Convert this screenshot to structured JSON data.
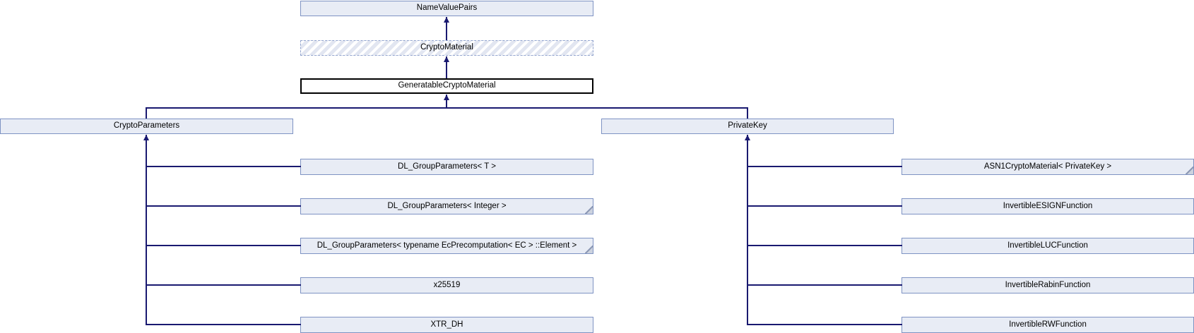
{
  "diagram_type": "class-inheritance-graph",
  "colors": {
    "node_fill": "#e8ecf5",
    "node_border": "#7e93c3",
    "edge_line": "#191970",
    "current_node_border": "#000000",
    "hatch_stripe": "#e2e6f1",
    "fold_marker": "#8d99b5"
  },
  "nodes": {
    "root": {
      "label": "NameValuePairs"
    },
    "crypto_material": {
      "label": "CryptoMaterial",
      "style": "dashed-hatched"
    },
    "generatable_crypto_material": {
      "label": "GeneratableCryptoMaterial",
      "style": "current-node"
    },
    "crypto_parameters": {
      "label": "CryptoParameters"
    },
    "private_key": {
      "label": "PrivateKey"
    },
    "crypto_parameters_children": [
      {
        "label": "DL_GroupParameters< T >",
        "truncated": false
      },
      {
        "label": "DL_GroupParameters< Integer >",
        "truncated": true
      },
      {
        "label": "DL_GroupParameters< typename EcPrecomputation< EC > ::Element >",
        "truncated": true
      },
      {
        "label": "x25519",
        "truncated": false
      },
      {
        "label": "XTR_DH",
        "truncated": false
      }
    ],
    "private_key_children": [
      {
        "label": "ASN1CryptoMaterial< PrivateKey >",
        "truncated": true
      },
      {
        "label": "InvertibleESIGNFunction",
        "truncated": false
      },
      {
        "label": "InvertibleLUCFunction",
        "truncated": false
      },
      {
        "label": "InvertibleRabinFunction",
        "truncated": false
      },
      {
        "label": "InvertibleRWFunction",
        "truncated": false
      }
    ]
  }
}
